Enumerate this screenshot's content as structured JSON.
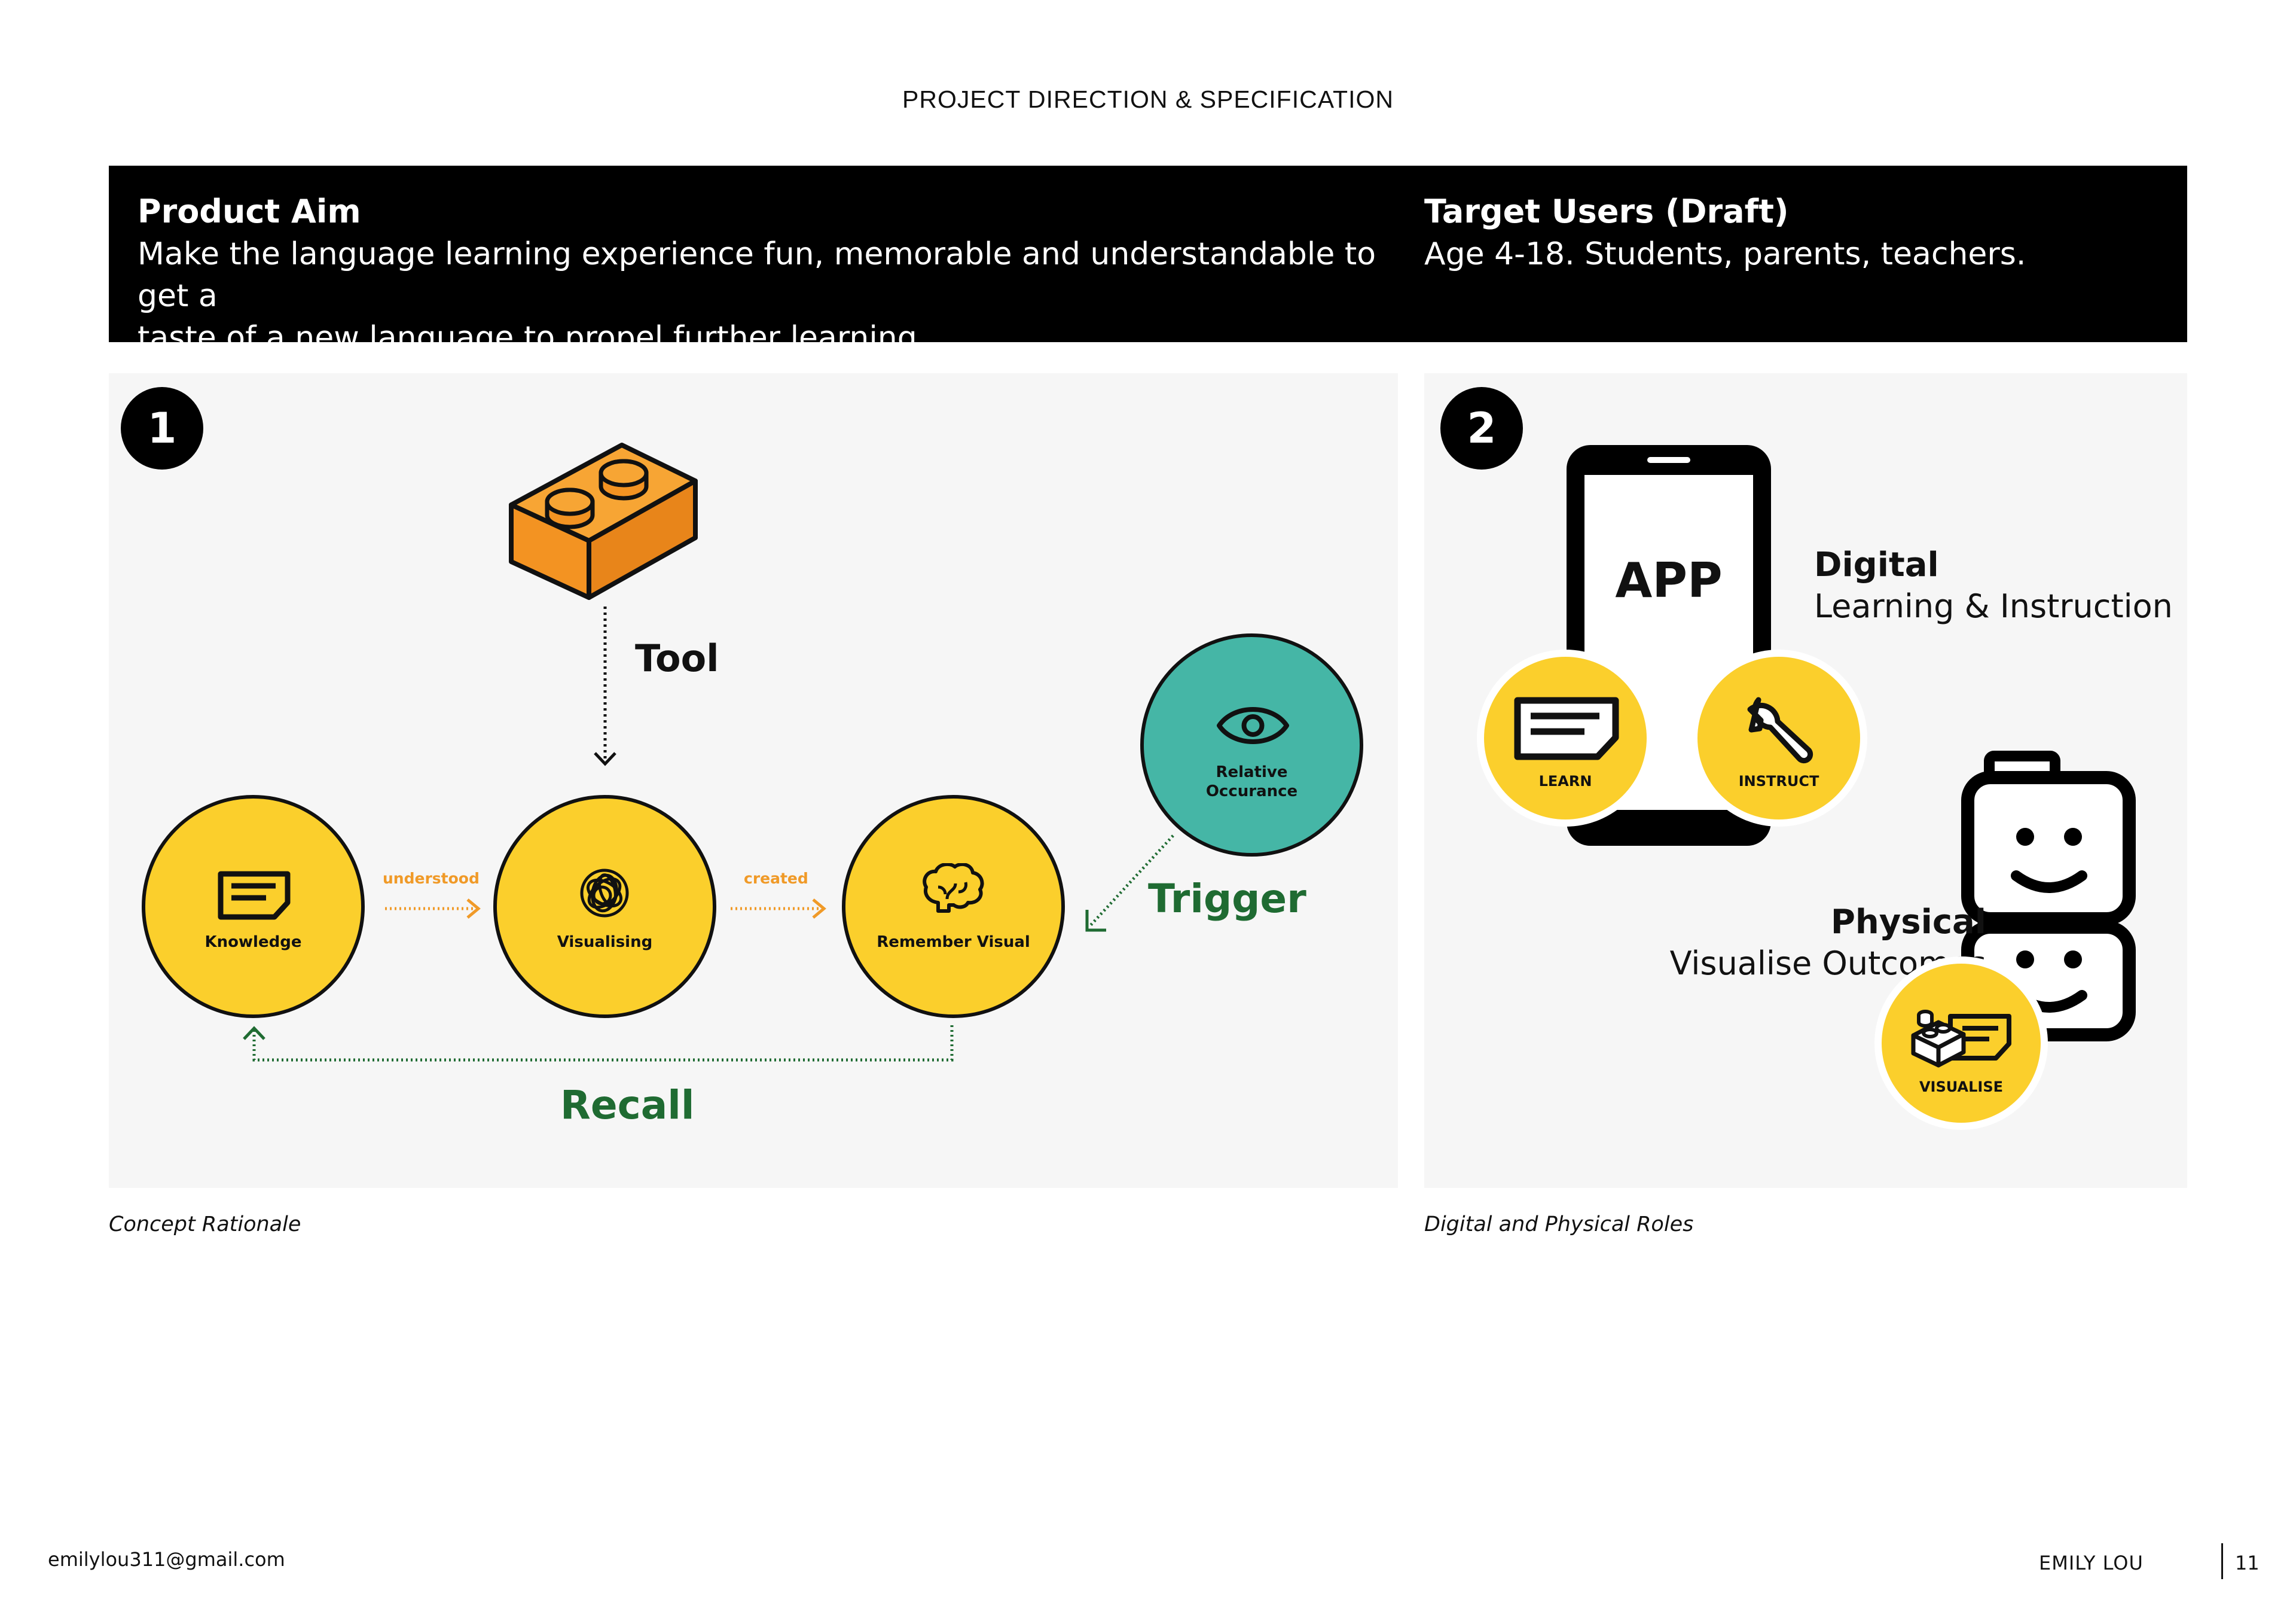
{
  "page": {
    "header_title": "PROJECT DIRECTION & SPECIFICATION",
    "footer_email": "emilylou311@gmail.com",
    "footer_author": "EMILY LOU",
    "page_number": "11"
  },
  "banner": {
    "aim_heading": "Product Aim",
    "aim_line1": "Make the language learning experience fun, memorable and understandable to get a",
    "aim_line2": "taste of a new language to propel further learning.",
    "users_heading": "Target Users (Draft)",
    "users_text": "Age 4-18.  Students, parents, teachers."
  },
  "panel1": {
    "number": "1",
    "tool_label": "Tool",
    "knowledge_label": "Knowledge",
    "visualising_label": "Visualising",
    "remember_label": "Remember Visual",
    "understood_label": "understood",
    "created_label": "created",
    "relative_line1": "Relative",
    "relative_line2": "Occurance",
    "trigger_label": "Trigger",
    "recall_label": "Recall",
    "caption": "Concept Rationale"
  },
  "panel2": {
    "number": "2",
    "app_label": "APP",
    "digital_heading": "Digital",
    "digital_text": "Learning & Instruction",
    "learn_label": "LEARN",
    "instruct_label": "INSTRUCT",
    "physical_heading": "Physical",
    "physical_text": "Visualise Outcomes",
    "visualise_label": "VISUALISE",
    "caption": "Digital and Physical Roles"
  },
  "colors": {
    "yellow": "#fbcf2c",
    "teal": "#45b6a6",
    "orange": "#f09a28",
    "green": "#1f6b32",
    "panel_bg": "#f6f6f6"
  },
  "icons": [
    "lego-brick-icon",
    "document-icon",
    "scribble-icon",
    "brain-icon",
    "eye-icon",
    "learn-document-icon",
    "wrench-icon",
    "smartphone-icon",
    "lego-figure-icon",
    "visualise-icon"
  ]
}
